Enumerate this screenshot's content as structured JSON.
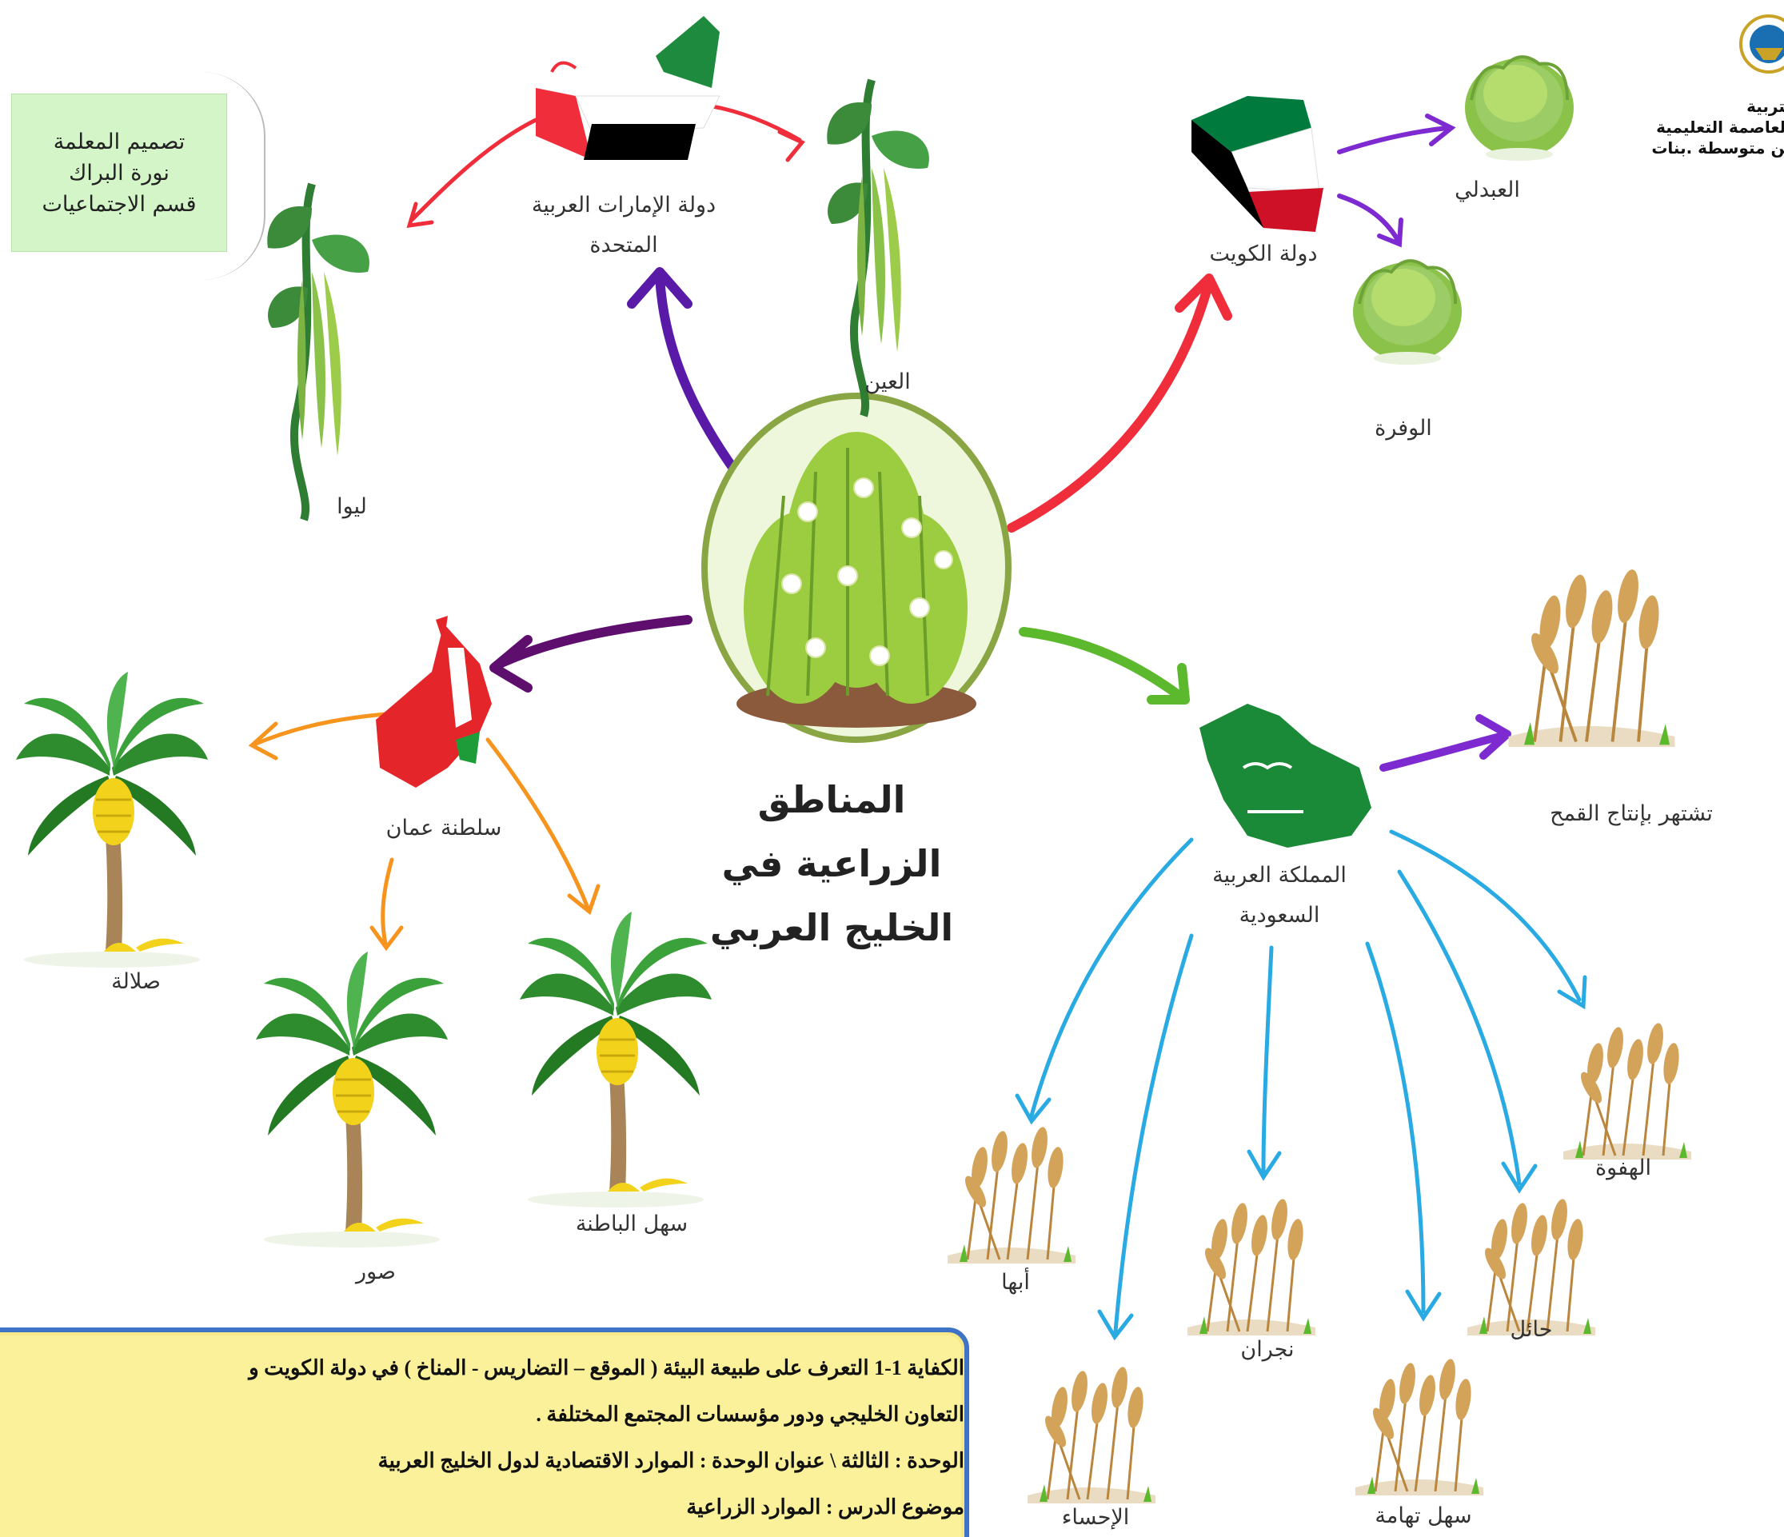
{
  "credit": {
    "line1": "تصميم المعلمة",
    "line2": "نورة البراك",
    "line3": "قسم الاجتماعيات"
  },
  "header": {
    "line1": "لتربية",
    "line2": "العاصمة التعليمية",
    "line3": "ين متوسطة .بنات"
  },
  "center": {
    "title_line1": "المناطق الزراعية في",
    "title_line2": "الخليج العربي"
  },
  "uae": {
    "name_line1": "دولة الإمارات العربية",
    "name_line2": "المتحدة",
    "regions": [
      "ليوا",
      "العين"
    ]
  },
  "kuwait": {
    "name": "دولة الكويت",
    "regions": [
      "العبدلي",
      "الوفرة"
    ]
  },
  "oman": {
    "name": "سلطنة عمان",
    "regions": [
      "صلالة",
      "صور",
      "سهل الباطنة"
    ]
  },
  "saudi": {
    "name_line1": "المملكة العربية",
    "name_line2": "السعودية",
    "note": "تشتهر بإنتاج القمح",
    "regions": [
      "أبها",
      "الإحساء",
      "نجران",
      "سهل تهامة",
      "حائل",
      "الهفوة"
    ]
  },
  "colors": {
    "red_arrow": "#ef2d3b",
    "purple_arrow": "#7d2bd0",
    "dark_purple_arrow": "#5e0f6e",
    "green_arrow": "#5cb82d",
    "orange_arrow": "#f7941d",
    "blue_arrow": "#29aae2",
    "lettuce": "#7cc242",
    "wheat": "#d4a35a",
    "banana_leaf": "#2e8b2e",
    "banana_fruit": "#f2d21b"
  },
  "info": {
    "line1": "الكفاية 1-1 التعرف على طبيعة البيئة ( الموقع – التضاريس - المناخ ) في دولة الكويت و",
    "line2": "التعاون الخليجي ودور مؤسسات المجتمع المختلفة .",
    "line3": "الوحدة : الثالثة \\ عنوان الوحدة : الموارد الاقتصادية لدول الخليج العربية",
    "line4": "موضوع الدرس : الموارد الزراعية"
  }
}
